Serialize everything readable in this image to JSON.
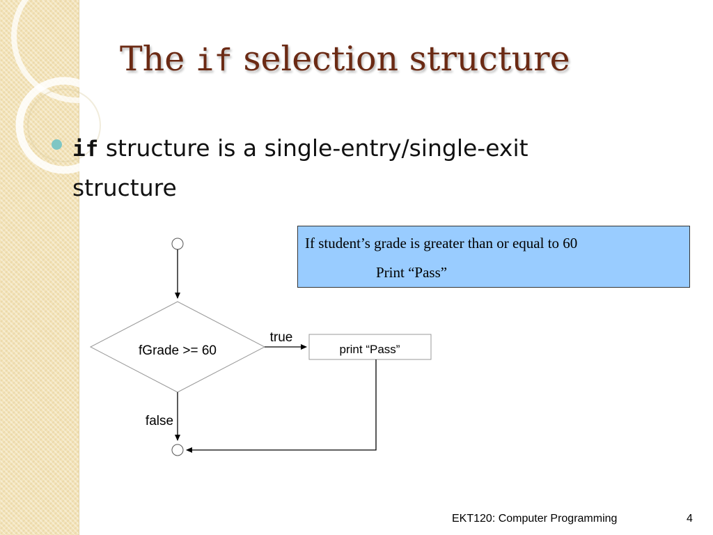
{
  "slide": {
    "title_before": "The ",
    "title_code": "if",
    "title_after": " selection structure",
    "bullet_code": "if",
    "bullet_text": " structure is a single-entry/single-exit structure"
  },
  "pseudocode": {
    "line1": "If student’s grade is greater than or equal to 60",
    "line2": "Print “Pass”"
  },
  "flowchart": {
    "decision": "fGrade >= 60",
    "action": "print “Pass”",
    "true_label": "true",
    "false_label": "false"
  },
  "footer": {
    "course": "EKT120: Computer Programming",
    "page": "4"
  },
  "colors": {
    "title": "#6b2a14",
    "bullet": "#7ec6c4",
    "pseudo_box": "#99ccff",
    "strip": "#f3e3b8"
  }
}
